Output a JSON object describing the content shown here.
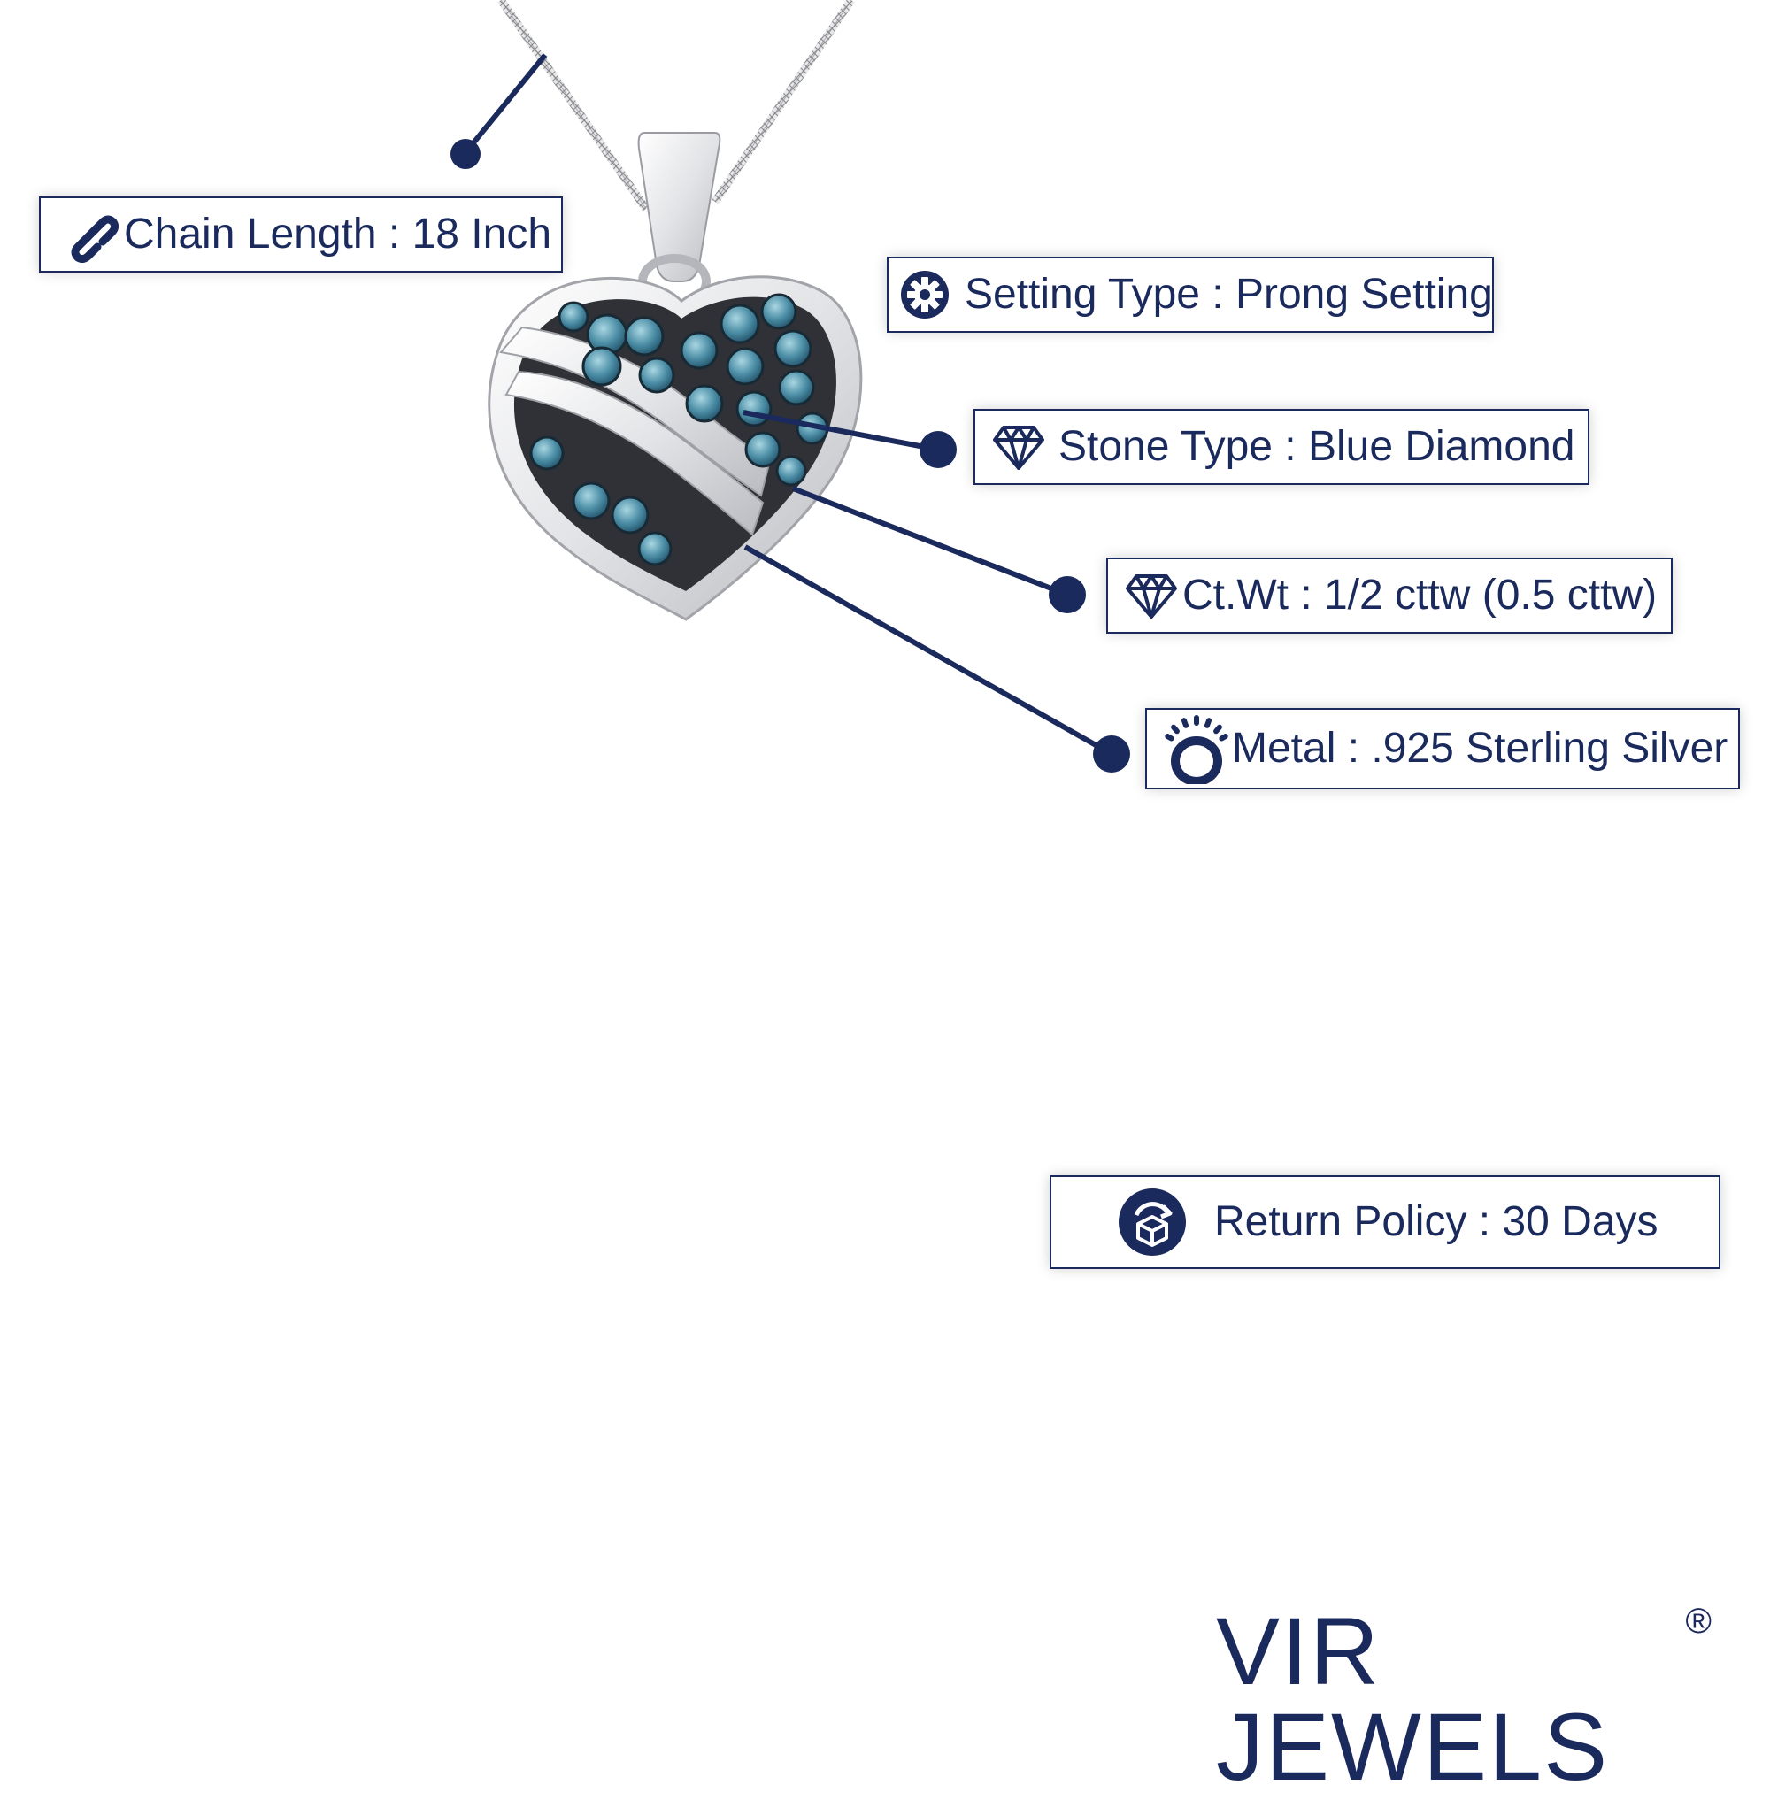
{
  "specs": {
    "chain_length": "Chain Length : 18 Inch",
    "setting_type": "Setting Type : Prong Setting",
    "stone_type": "Stone Type : Blue Diamond",
    "carat_weight": "Ct.Wt : 1/2 cttw (0.5 cttw)",
    "metal": "Metal : .925 Sterling Silver",
    "return_policy": "Return Policy : 30 Days"
  },
  "brand": {
    "name": "VIR JEWELS",
    "mark": "®"
  },
  "icons": {
    "chain_length": "chain-link-icon",
    "setting_type": "gear-icon",
    "stone_type": "diamond-icon",
    "carat_weight": "diamond-icon",
    "metal": "ring-icon",
    "return_policy": "return-box-icon"
  },
  "colors": {
    "accent": "#1b2a5c",
    "metal": "#e8e8ea",
    "stone": "#4a8aa4",
    "background": "#ffffff"
  }
}
